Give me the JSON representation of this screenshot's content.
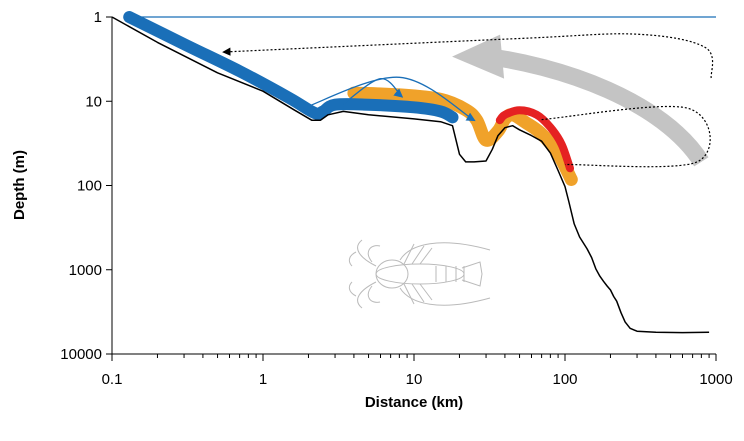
{
  "chart_data": {
    "type": "line",
    "title": "",
    "xlabel": "Distance (km)",
    "ylabel": "Depth (m)",
    "x_scale": "log",
    "y_scale": "log",
    "y_inverted": true,
    "xlim": [
      0.1,
      1000
    ],
    "ylim": [
      1,
      10000
    ],
    "x_ticks": [
      0.1,
      1,
      10,
      100,
      1000
    ],
    "x_tick_labels": [
      "0.1",
      "1",
      "10",
      "100",
      "1000"
    ],
    "y_ticks": [
      1,
      10,
      100,
      1000,
      10000
    ],
    "y_tick_labels": [
      "1",
      "10",
      "100",
      "1000",
      "10000"
    ],
    "grid": false,
    "legend": "none",
    "series": [
      {
        "color": "#000000",
        "points": [
          [
            0.1,
            1
          ],
          [
            0.2,
            2
          ],
          [
            0.5,
            4.6
          ],
          [
            1,
            7.6
          ],
          [
            1.6,
            12.6
          ],
          [
            2.1,
            16.8
          ],
          [
            2.4,
            16.8
          ],
          [
            2.7,
            14.5
          ],
          [
            3.4,
            13.2
          ],
          [
            5,
            14.5
          ],
          [
            10,
            16.2
          ],
          [
            15,
            17.5
          ],
          [
            18,
            19.5
          ],
          [
            20,
            42.6
          ],
          [
            22,
            52.4
          ],
          [
            25,
            52.4
          ],
          [
            30,
            51.2
          ],
          [
            33,
            37.2
          ],
          [
            36,
            25.6
          ],
          [
            40,
            20.6
          ],
          [
            45,
            19.5
          ],
          [
            50,
            21.8
          ],
          [
            60,
            25.6
          ],
          [
            70,
            29.8
          ],
          [
            80,
            41.3
          ],
          [
            90,
            66.3
          ],
          [
            100,
            103
          ],
          [
            106,
            155
          ],
          [
            115,
            286
          ],
          [
            125,
            409
          ],
          [
            140,
            565
          ],
          [
            150,
            716
          ],
          [
            160,
            975
          ],
          [
            170,
            1190
          ],
          [
            180,
            1370
          ],
          [
            190,
            1560
          ],
          [
            200,
            1740
          ],
          [
            210,
            2080
          ],
          [
            220,
            2360
          ],
          [
            235,
            3230
          ],
          [
            250,
            4160
          ],
          [
            270,
            4960
          ],
          [
            300,
            5360
          ],
          [
            400,
            5530
          ],
          [
            600,
            5570
          ],
          [
            900,
            5530
          ]
        ]
      },
      {
        "color": "#1a6fb8",
        "label": "sea surface",
        "points": [
          [
            0.12,
            1
          ],
          [
            1000,
            1
          ]
        ]
      },
      {
        "color": "#1a6fb8",
        "points": [
          [
            0.13,
            1
          ],
          [
            0.3,
            2.1
          ],
          [
            0.7,
            4.4
          ],
          [
            1.5,
            9.2
          ],
          [
            2.2,
            13.8
          ],
          [
            2.5,
            13.2
          ],
          [
            3,
            11
          ],
          [
            5,
            11
          ],
          [
            10,
            11.8
          ],
          [
            15,
            13.2
          ],
          [
            18,
            15.5
          ]
        ]
      },
      {
        "color": "#f0a22a",
        "points": [
          [
            4,
            8
          ],
          [
            8,
            8.4
          ],
          [
            15,
            9.5
          ],
          [
            22,
            12.6
          ],
          [
            26,
            16.8
          ],
          [
            30,
            28.9
          ],
          [
            36,
            22.6
          ],
          [
            40,
            16.2
          ],
          [
            45,
            14.5
          ],
          [
            55,
            17.9
          ],
          [
            70,
            24.4
          ],
          [
            90,
            42.1
          ],
          [
            110,
            84.9
          ]
        ]
      },
      {
        "color": "#e52222",
        "points": [
          [
            37,
            16.8
          ],
          [
            40,
            14.5
          ],
          [
            50,
            12.8
          ],
          [
            65,
            14.5
          ],
          [
            80,
            20.4
          ],
          [
            95,
            32.4
          ],
          [
            108,
            62.5
          ]
        ]
      },
      {
        "color": "#1a6fb8",
        "label": "arrow",
        "points": [
          [
            1.85,
            12.1
          ],
          [
            8,
            5.2
          ],
          [
            25,
            16.8
          ]
        ]
      },
      {
        "color": "#1a6fb8",
        "label": "arrow",
        "points": [
          [
            3.4,
            10.8
          ],
          [
            6,
            5.4
          ],
          [
            8.3,
            8.8
          ]
        ]
      },
      {
        "color": "#000000",
        "label": "arrow",
        "points": [
          [
            930,
            5.3
          ],
          [
            850,
            2.3
          ],
          [
            300,
            1.6
          ],
          [
            50,
            1.8
          ],
          [
            0.55,
            2.6
          ]
        ]
      },
      {
        "color": "#000000",
        "label": "arrow",
        "points": [
          [
            70,
            16.5
          ],
          [
            650,
            12.1
          ],
          [
            750,
            52.4
          ],
          [
            100,
            56.4
          ]
        ]
      },
      {
        "color": "#c4c4c4",
        "label": "arrow",
        "points": [
          [
            800,
            52.4
          ],
          [
            450,
            10.4
          ],
          [
            100,
            3.7
          ],
          [
            25,
            2.8
          ]
        ]
      }
    ]
  },
  "illustration": {
    "icon": "lobster-sketch-icon"
  }
}
